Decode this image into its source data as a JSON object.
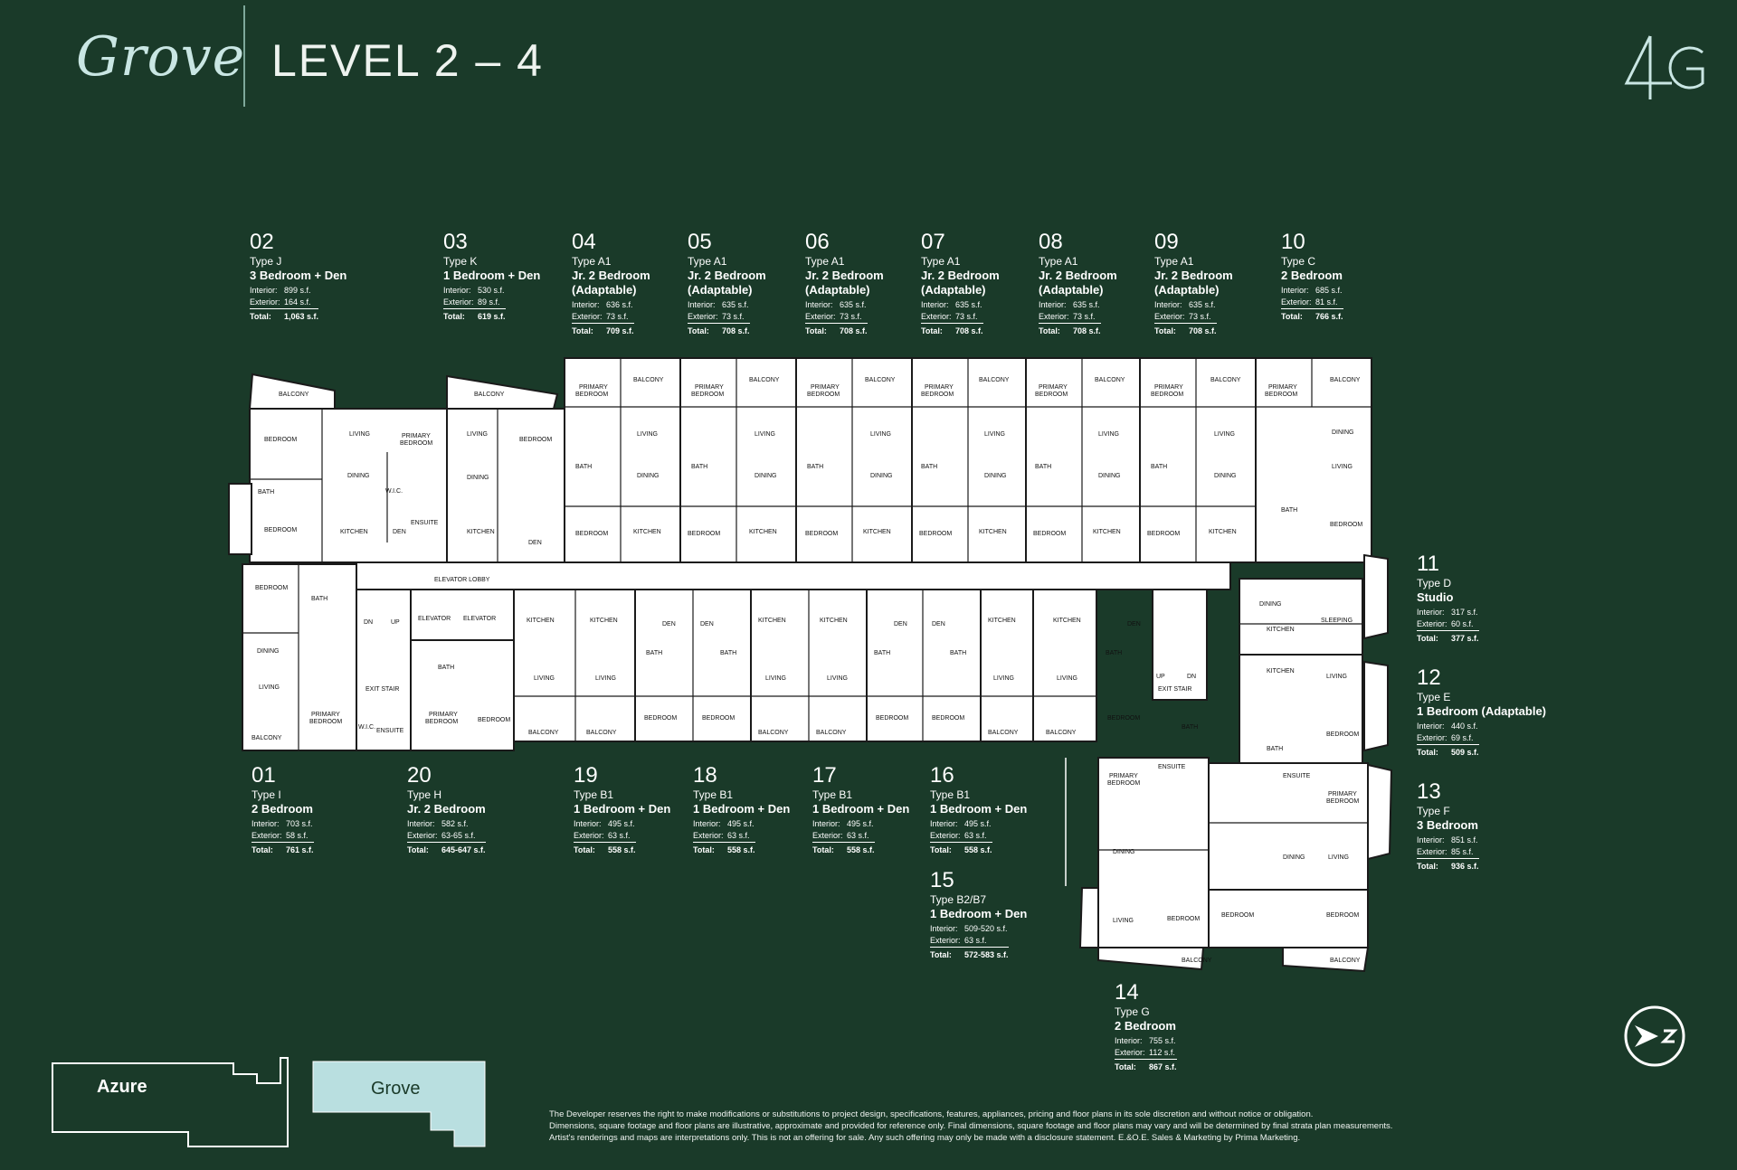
{
  "header": {
    "logo_script": "Grove",
    "level_title": "LEVEL 2 – 4",
    "brand_mark": "4G"
  },
  "labels": {
    "interior": "Interior:",
    "exterior": "Exterior:",
    "total": "Total:"
  },
  "units": [
    {
      "id": "02",
      "type": "Type J",
      "name": "3 Bedroom + Den",
      "interior": "899 s.f.",
      "exterior": "164 s.f.",
      "total": "1,063 s.f."
    },
    {
      "id": "03",
      "type": "Type K",
      "name": "1 Bedroom + Den",
      "interior": "530 s.f.",
      "exterior": "89 s.f.",
      "total": "619 s.f."
    },
    {
      "id": "04",
      "type": "Type A1",
      "name": "Jr. 2 Bedroom",
      "name2": "(Adaptable)",
      "interior": "636 s.f.",
      "exterior": "73 s.f.",
      "total": "709 s.f."
    },
    {
      "id": "05",
      "type": "Type A1",
      "name": "Jr. 2 Bedroom",
      "name2": "(Adaptable)",
      "interior": "635 s.f.",
      "exterior": "73 s.f.",
      "total": "708 s.f."
    },
    {
      "id": "06",
      "type": "Type A1",
      "name": "Jr. 2 Bedroom",
      "name2": "(Adaptable)",
      "interior": "635 s.f.",
      "exterior": "73 s.f.",
      "total": "708 s.f."
    },
    {
      "id": "07",
      "type": "Type A1",
      "name": "Jr. 2 Bedroom",
      "name2": "(Adaptable)",
      "interior": "635 s.f.",
      "exterior": "73 s.f.",
      "total": "708 s.f."
    },
    {
      "id": "08",
      "type": "Type A1",
      "name": "Jr. 2 Bedroom",
      "name2": "(Adaptable)",
      "interior": "635 s.f.",
      "exterior": "73 s.f.",
      "total": "708 s.f."
    },
    {
      "id": "09",
      "type": "Type A1",
      "name": "Jr. 2 Bedroom",
      "name2": "(Adaptable)",
      "interior": "635 s.f.",
      "exterior": "73 s.f.",
      "total": "708 s.f."
    },
    {
      "id": "10",
      "type": "Type C",
      "name": "2 Bedroom",
      "interior": "685 s.f.",
      "exterior": "81 s.f.",
      "total": "766 s.f."
    },
    {
      "id": "11",
      "type": "Type D",
      "name": "Studio",
      "interior": "317 s.f.",
      "exterior": "60 s.f.",
      "total": "377 s.f."
    },
    {
      "id": "12",
      "type": "Type E",
      "name": "1 Bedroom (Adaptable)",
      "interior": "440 s.f.",
      "exterior": "69 s.f.",
      "total": "509 s.f."
    },
    {
      "id": "13",
      "type": "Type F",
      "name": "3 Bedroom",
      "interior": "851 s.f.",
      "exterior": "85 s.f.",
      "total": "936 s.f."
    },
    {
      "id": "01",
      "type": "Type I",
      "name": "2 Bedroom",
      "interior": "703 s.f.",
      "exterior": "58 s.f.",
      "total": "761 s.f."
    },
    {
      "id": "20",
      "type": "Type H",
      "name": "Jr. 2 Bedroom",
      "interior": "582 s.f.",
      "exterior": "63-65 s.f.",
      "total": "645-647 s.f."
    },
    {
      "id": "19",
      "type": "Type B1",
      "name": "1 Bedroom + Den",
      "interior": "495 s.f.",
      "exterior": "63 s.f.",
      "total": "558 s.f."
    },
    {
      "id": "18",
      "type": "Type B1",
      "name": "1 Bedroom + Den",
      "interior": "495 s.f.",
      "exterior": "63 s.f.",
      "total": "558 s.f."
    },
    {
      "id": "17",
      "type": "Type B1",
      "name": "1 Bedroom + Den",
      "interior": "495 s.f.",
      "exterior": "63 s.f.",
      "total": "558 s.f."
    },
    {
      "id": "16",
      "type": "Type B1",
      "name": "1 Bedroom + Den",
      "interior": "495 s.f.",
      "exterior": "63 s.f.",
      "total": "558 s.f."
    },
    {
      "id": "15",
      "type": "Type B2/B7",
      "name": "1 Bedroom + Den",
      "interior": "509-520 s.f.",
      "exterior": "63 s.f.",
      "total": "572-583 s.f."
    },
    {
      "id": "14",
      "type": "Type G",
      "name": "2 Bedroom",
      "interior": "755 s.f.",
      "exterior": "112 s.f.",
      "total": "867 s.f."
    }
  ],
  "plan": {
    "balcony": "BALCONY",
    "bedroom": "BEDROOM",
    "primary": "PRIMARY",
    "bedroom_word": "BEDROOM",
    "living": "LIVING",
    "dining": "DINING",
    "kitchen": "KITCHEN",
    "bath": "BATH",
    "den": "DEN",
    "wic": "W.I.C.",
    "ensuite": "ENSUITE",
    "sleeping": "SLEEPING",
    "elevator": "ELEVATOR",
    "elevator_lobby": "ELEVATOR LOBBY",
    "exit_stair": "EXIT STAIR",
    "up": "UP",
    "dn": "DN"
  },
  "key_map": {
    "azure": "Azure",
    "grove": "Grove"
  },
  "disclaimer": {
    "line1": "The Developer reserves the right to make modifications or substitutions to project design, specifications, features, appliances, pricing and floor plans in its sole discretion and without notice or obligation.",
    "line2": "Dimensions, square footage and floor plans are illustrative, approximate and provided for reference only. Final dimensions, square footage and floor plans may vary and will be determined by final strata plan measurements.",
    "line3": "Artist's renderings and maps are interpretations only. This is not an offering for sale. Any such offering may only be made with a disclosure statement. E.&O.E. Sales & Marketing by Prima Marketing."
  },
  "colors": {
    "background": "#1a3a29",
    "plan_fill": "#ffffff",
    "grove_highlight": "#b9dfe0",
    "logo": "#c9e6e3"
  },
  "icons": {
    "north_arrow": "north-arrow-icon"
  }
}
